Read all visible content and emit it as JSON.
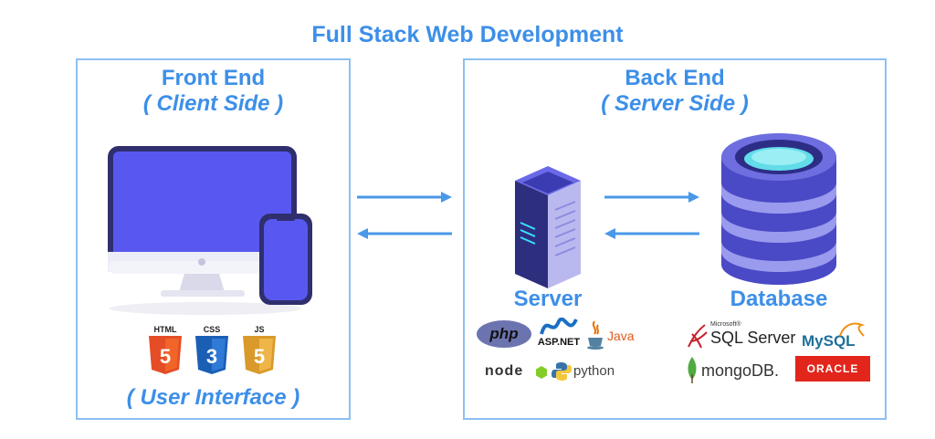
{
  "title": "Full Stack Web Development",
  "front_end": {
    "heading": "Front End",
    "subheading": "( Client Side )",
    "footer": "( User Interface )",
    "logos": [
      {
        "label": "HTML",
        "glyph": "5",
        "color": "#e44d26"
      },
      {
        "label": "CSS",
        "glyph": "3",
        "color": "#2062c5"
      },
      {
        "label": "JS",
        "glyph": "5",
        "color": "#e8a73a"
      }
    ]
  },
  "back_end": {
    "heading": "Back End",
    "subheading": "( Server Side )",
    "server_label": "Server",
    "database_label": "Database",
    "server_techs": {
      "php": "php",
      "aspnet": "ASP.NET",
      "java": "Java",
      "node": "node",
      "python": "python"
    },
    "db_techs": {
      "sqlserver_small": "Microsoft®",
      "sqlserver": "SQL Server",
      "mysql": "MySQL",
      "mongodb": "mongoDB.",
      "oracle": "ORACLE"
    }
  },
  "colors": {
    "accent": "#3d8fe8",
    "border": "#8cc0f0",
    "arrow": "#4a98e8"
  }
}
